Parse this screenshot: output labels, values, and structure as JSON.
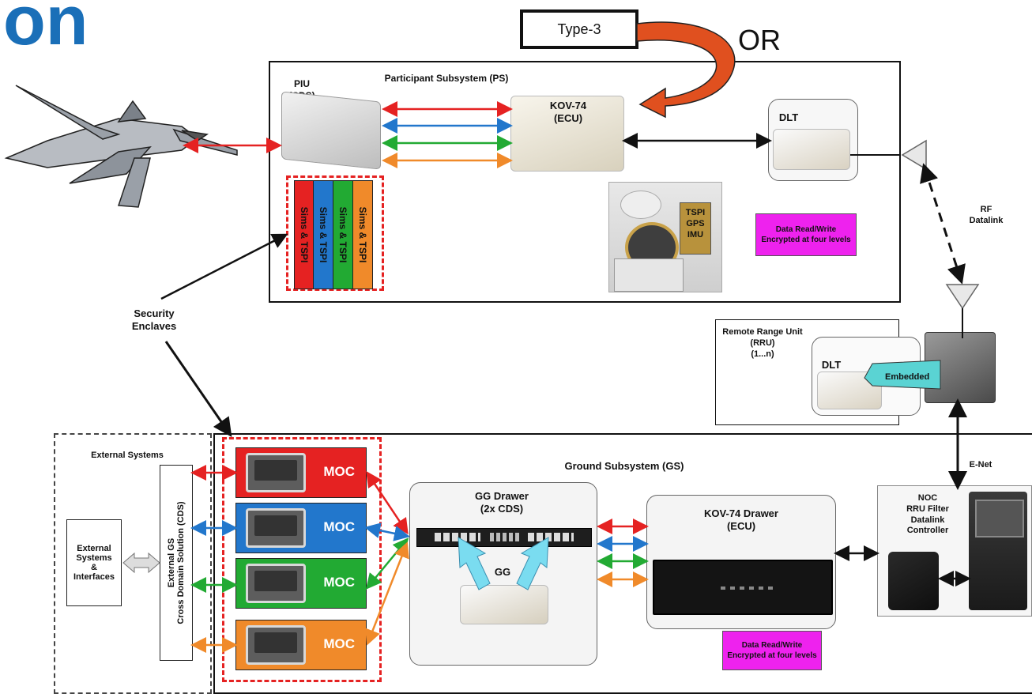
{
  "heading": {
    "text": "on",
    "color": "#1a6fb8"
  },
  "type3": {
    "label": "Type-3",
    "or_label": "OR"
  },
  "ps": {
    "title": "Participant Subsystem (PS)",
    "piu_label": "PIU\n(CDS)",
    "kov_label": "KOV-74\n(ECU)",
    "dlt_label": "DLT",
    "sims": [
      {
        "label": "Sims & TSPI",
        "color": "#e52222"
      },
      {
        "label": "Sims & TSPI",
        "color": "#2277cc"
      },
      {
        "label": "Sims & TSPI",
        "color": "#22aa33"
      },
      {
        "label": "Sims & TSPI",
        "color": "#f08a2a"
      }
    ],
    "tspi_label": "TSPI\nGPS\nIMU",
    "encrypted_note": "Data Read/Write\nEncrypted at four levels"
  },
  "rf_label": "RF\nDatalink",
  "security_label": "Security\nEnclaves",
  "rru": {
    "title": "Remote Range Unit\n(RRU)\n(1...n)",
    "dlt_label": "DLT",
    "embedded_label": "Embedded"
  },
  "enet_label": "E-Net",
  "external": {
    "title": "External Systems",
    "systems_label": "External\nSystems\n&\nInterfaces",
    "cds_label": "External GS\nCross Domain Solution (CDS)"
  },
  "moc": [
    {
      "label": "MOC",
      "color": "#e52222"
    },
    {
      "label": "MOC",
      "color": "#2277cc"
    },
    {
      "label": "MOC",
      "color": "#22aa33"
    },
    {
      "label": "MOC",
      "color": "#f08a2a"
    }
  ],
  "gs": {
    "title": "Ground Subsystem (GS)",
    "gg_drawer": "GG Drawer\n(2x CDS)",
    "gg_label": "GG",
    "kov_drawer": "KOV-74 Drawer\n(ECU)",
    "noc_label": "NOC\nRRU Filter\nDatalink\nController",
    "encrypted_note": "Data Read/Write\nEncrypted at four levels"
  }
}
